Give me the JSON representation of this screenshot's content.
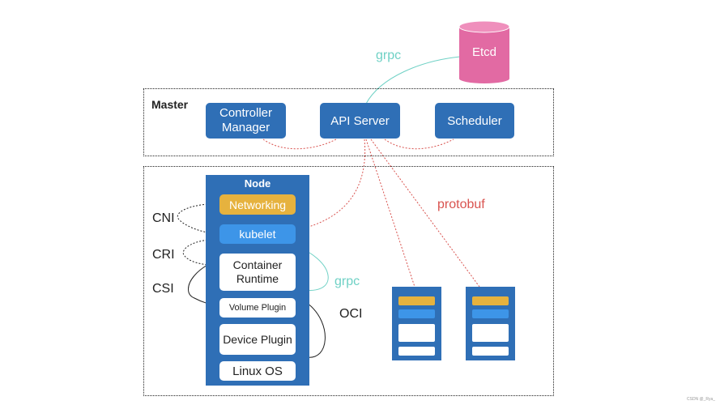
{
  "etcd": {
    "label": "Etcd",
    "color": "#e26aa3"
  },
  "master": {
    "title": "Master",
    "controller_manager": "Controller\nManager",
    "api_server": "API Server",
    "scheduler": "Scheduler"
  },
  "protocols": {
    "grpc_top": "grpc",
    "protobuf": "protobuf",
    "grpc_node": "grpc",
    "oci": "OCI"
  },
  "interfaces": {
    "cni": "CNI",
    "cri": "CRI",
    "csi": "CSI"
  },
  "node": {
    "title": "Node",
    "networking": "Networking",
    "kubelet": "kubelet",
    "container_runtime": "Container\nRuntime",
    "volume_plugin": "Volume Plugin",
    "device_plugin": "Device Plugin",
    "linux_os": "Linux OS"
  },
  "watermark": "CSDN @_Rya_",
  "colors": {
    "blue": "#2f6fb6",
    "light_blue": "#3d95e8",
    "orange": "#e6b23e",
    "pink": "#e26aa3",
    "teal": "#6fd1c5",
    "red": "#d9534f"
  }
}
